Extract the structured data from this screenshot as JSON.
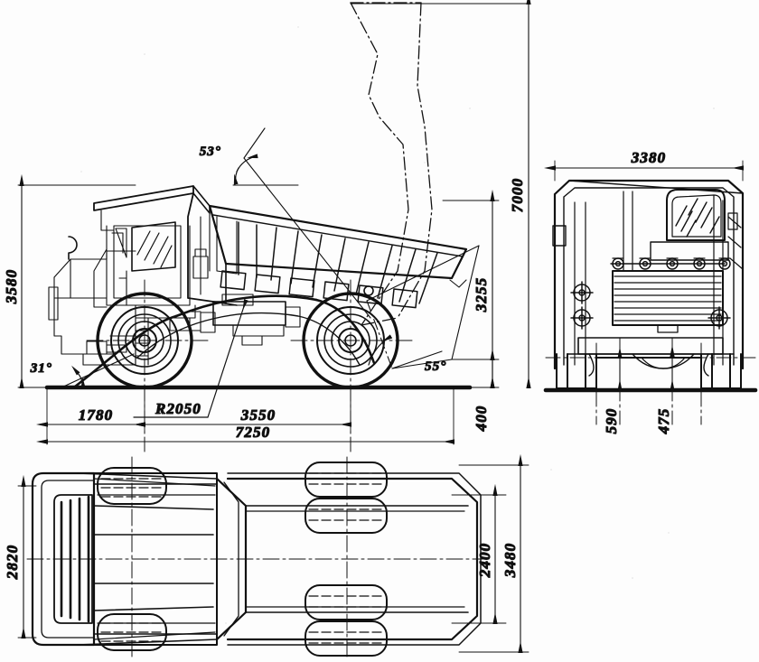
{
  "drawing": {
    "type": "engineering-blueprint",
    "subject": "mining dump truck three-view dimensioned drawing",
    "units": "mm",
    "line_color": "#111111",
    "paper_color": "#fdfdfd"
  },
  "views": {
    "side": {
      "name": "side-elevation"
    },
    "front": {
      "name": "front-elevation"
    },
    "plan": {
      "name": "plan-view"
    }
  },
  "dimensions": {
    "height_overall": "3580",
    "tipped_height": "7000",
    "tipped_body_height": "3255",
    "ground_clearance_rear": "400",
    "front_overhang": "1780",
    "turn_radius": "R2050",
    "wheelbase": "3550",
    "length_overall": "7250",
    "width_overall_front": "3380",
    "clearance_front_axle": "590",
    "clearance_diff": "475",
    "width_cab": "2820",
    "width_track": "2400",
    "width_overall_plan": "3480"
  },
  "angles": {
    "tip_angle": "53°",
    "approach_angle": "31°",
    "departure_angle": "55°"
  }
}
